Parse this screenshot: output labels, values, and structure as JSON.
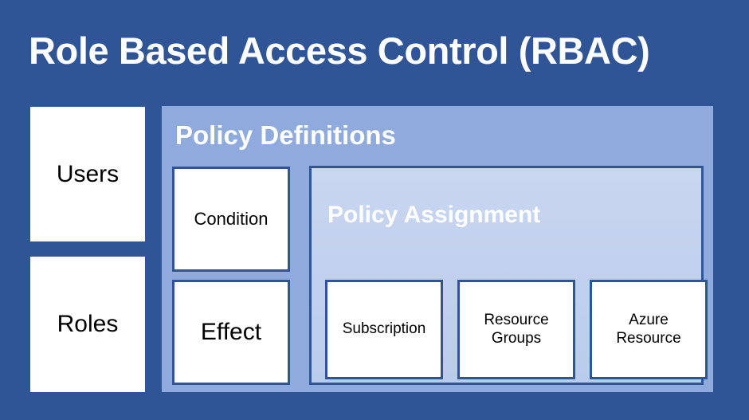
{
  "slide": {
    "title": "Role Based Access Control (RBAC)",
    "background_color": "#2F5597",
    "title_color": "#FFFFFF"
  },
  "left_column": {
    "boxes": [
      {
        "label": "Users",
        "fill": "#FFFFFF",
        "text_color": "#000000"
      },
      {
        "label": "Roles",
        "fill": "#FFFFFF",
        "text_color": "#000000"
      }
    ]
  },
  "policy_definitions": {
    "heading": "Policy Definitions",
    "fill": "#8FAADC",
    "heading_color": "#FFFFFF",
    "boxes": [
      {
        "label": "Condition",
        "fill": "#FFFFFF",
        "border": "#2F5597"
      },
      {
        "label": "Effect",
        "fill": "#FFFFFF",
        "border": "#2F5597"
      }
    ]
  },
  "policy_assignment": {
    "heading": "Policy Assignment",
    "fill_top": "#C9D6F0",
    "fill_bottom": "#BACCEC",
    "border": "#2F5597",
    "heading_color": "#FFFFFF",
    "scopes": [
      {
        "label": "Subscription",
        "fill": "#FFFFFF",
        "border": "#2F5597"
      },
      {
        "label": "Resource\nGroups",
        "fill": "#FFFFFF",
        "border": "#2F5597"
      },
      {
        "label": "Azure\nResource",
        "fill": "#FFFFFF",
        "border": "#2F5597"
      }
    ]
  }
}
